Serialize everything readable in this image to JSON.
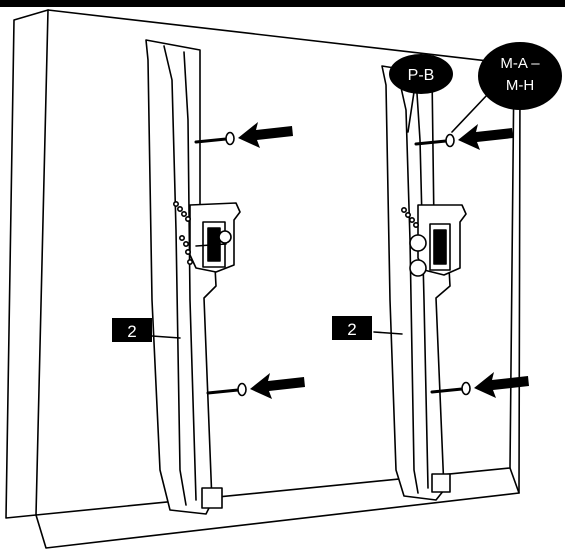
{
  "labels": {
    "bracket_number_left": "2",
    "bracket_number_right": "2",
    "callout_pb": "P-B",
    "callout_ma_line1": "M-A –",
    "callout_ma_line2": "M-H"
  },
  "colors": {
    "line": "#000000",
    "panel": "#ffffff",
    "label_bg": "#000000",
    "label_text": "#ffffff"
  }
}
